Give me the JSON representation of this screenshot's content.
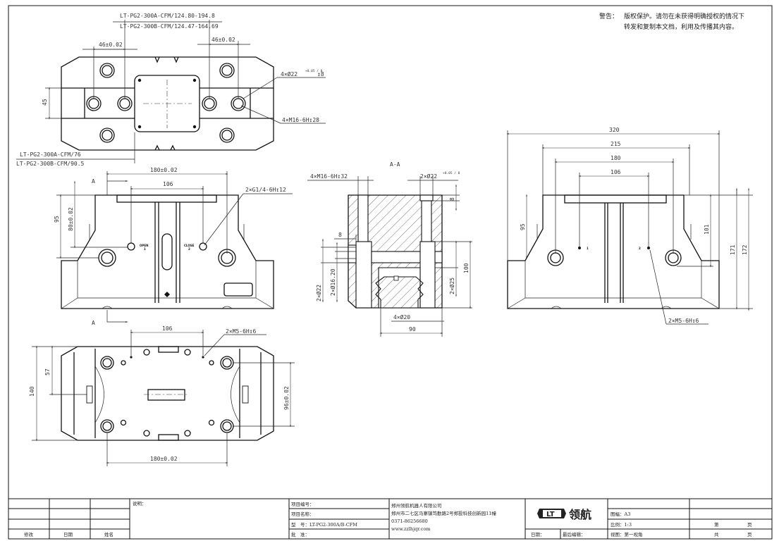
{
  "warning": {
    "label": "警告：",
    "line1": "版权保护。请勿在未获得明确授权的情况下",
    "line2": "转发和复制本文档，利用及传播其内容。"
  },
  "top_view": {
    "stroke_a": "LT-PG2-300A-CFM/124.80-194.8",
    "stroke_b": "LT-PG2-300B-CFM/124.47-164.69",
    "dim_46_left": "46±0.02",
    "dim_46_right": "46±0.02",
    "dim_45": "45",
    "cbore_note": "4×Ø22",
    "cbore_tol": "+0.05 / 0",
    "cbore_depth": "↧8",
    "thread_note": "4×M16-6H↧28",
    "offset_a": "LT-PG2-300A-CFM/76",
    "offset_b": "LT-PG2-300B-CFM/90.5"
  },
  "front_view": {
    "dim_180": "180±0.02",
    "dim_106": "106",
    "section_mark_top": "A",
    "section_mark_bottom": "A",
    "dim_95": "95",
    "dim_80": "80±0.02",
    "port_note": "2×G1/4-6H↧12",
    "open_label": "OPEN",
    "open_num": "1",
    "close_label": "CLOSE",
    "close_num": "2"
  },
  "section_view": {
    "title": "A-A",
    "thread_note": "4×M16-6H↧32",
    "bore_note": "2×Ø22",
    "bore_tol": "+0.05 / 0",
    "dim_8_top": "8",
    "dim_8_left": "8",
    "dim_d22": "2×Ø22",
    "dim_d16": "2×Ø16.20",
    "dim_d25": "2×Ø25",
    "dim_100": "100",
    "dim_d20": "4×Ø20",
    "dim_90": "90"
  },
  "right_view": {
    "dim_320": "320",
    "dim_215": "215",
    "dim_180": "180",
    "dim_106": "106",
    "dim_95": "95",
    "dim_101": "101",
    "dim_171": "171",
    "dim_172": "172",
    "port_1": "1",
    "port_2": "2",
    "thread_note": "2×M5-6H↧6"
  },
  "bottom_view": {
    "dim_106": "106",
    "thread_note": "2×M5-6H↧6",
    "dim_57": "57",
    "dim_140": "140",
    "dim_96": "96±0.02",
    "dim_180": "180±0.02"
  },
  "title_block": {
    "rev_header": "修改",
    "date_header": "日期",
    "name_header": "姓名",
    "notes_label": "说明：",
    "project_no": "项目编号：",
    "project_name": "项目名称：",
    "model": "型　号：LT-PG2-300A/B-CFM",
    "approve": "批　准：",
    "company": "郑州领航机器人有限公司",
    "address": "郑州市二七区马寨镇笃勤路2号郑投科技创新园11幢",
    "phone": "0371-86256680",
    "website": "www.zzlhjqr.com",
    "logo_mark": "LT",
    "logo_text": "领航",
    "date_label": "日期：",
    "last_edit": "最后编辑：",
    "sheet_size": "图幅：A3",
    "scale": "比例：1:3",
    "view": "视图：第一视角",
    "page_label": "第",
    "page_unit": "页",
    "total_label": "共",
    "total_unit": "页"
  }
}
